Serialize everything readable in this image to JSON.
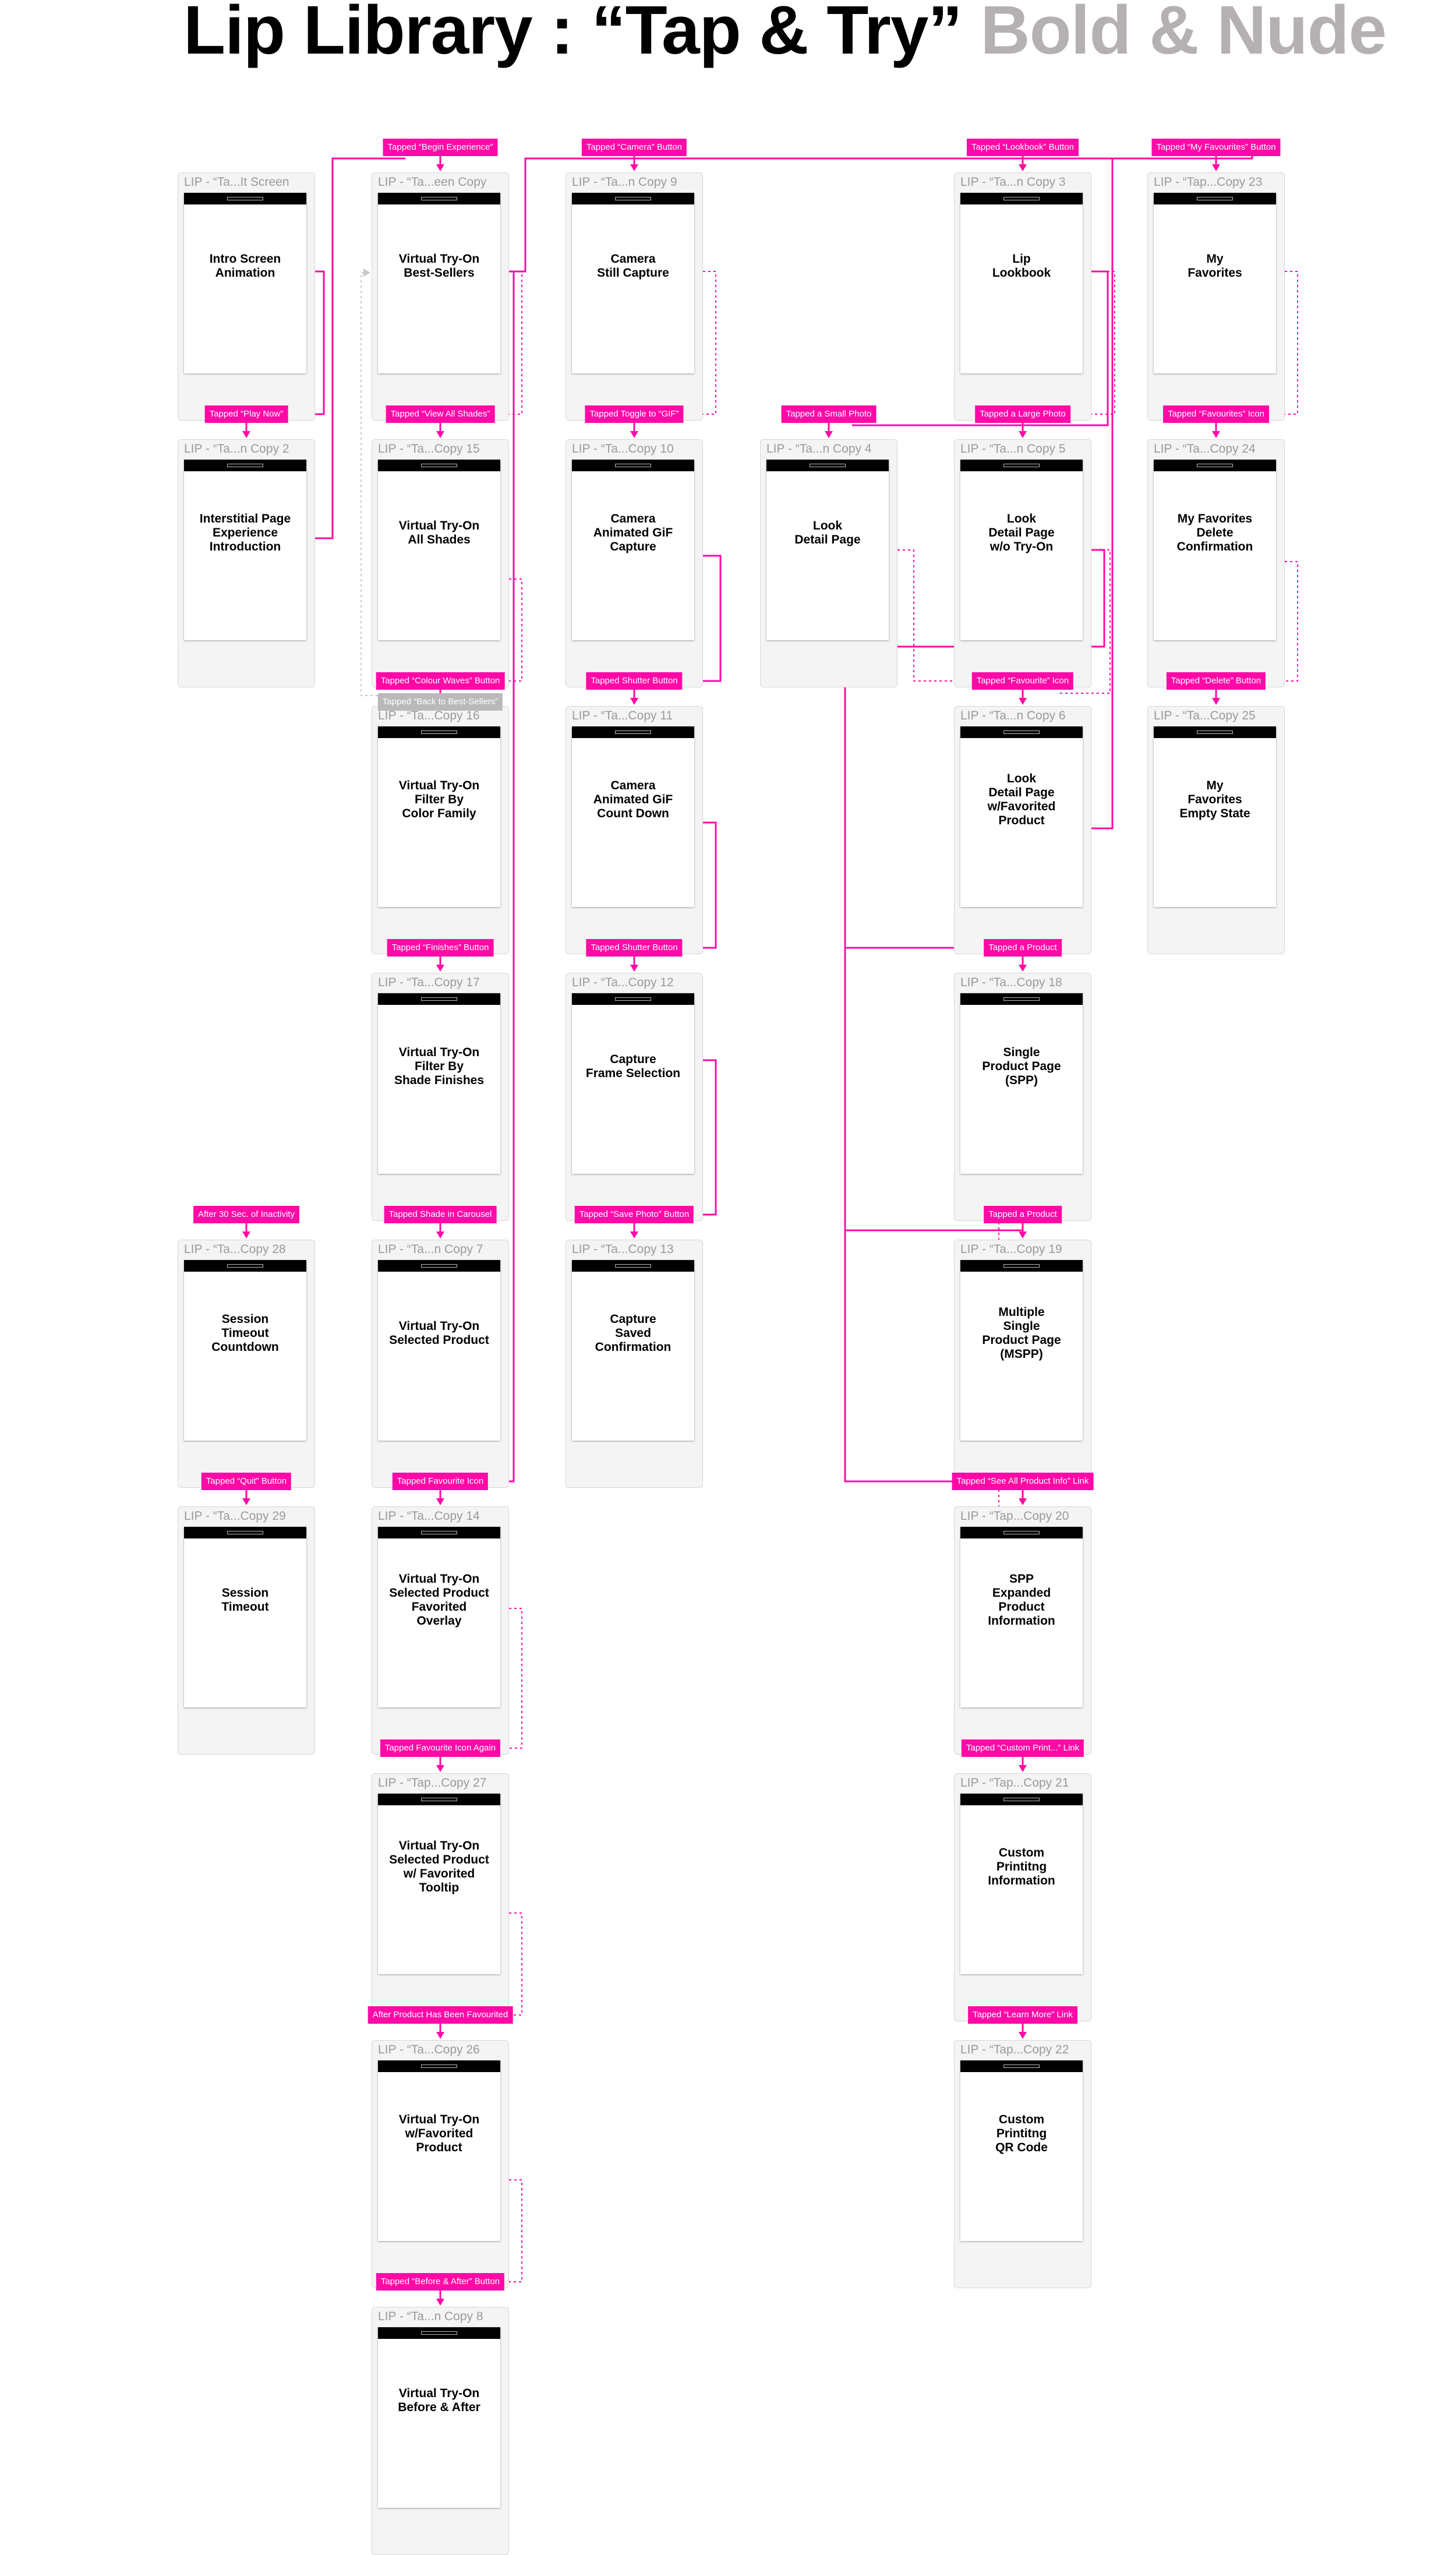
{
  "title": {
    "main": "Lip Library  :  “Tap & Try”",
    "accent": "Bold & Nude"
  },
  "colors": {
    "connector": "#ff0aa6",
    "tag": "#ff0aa6",
    "tag_alt": "#b9b9b9",
    "back_link": "#c8c8c8",
    "card_bg": "#f4f4f4"
  },
  "cards": [
    {
      "id": "intro",
      "label": "LIP - “Ta...It Screen",
      "name": "Intro Screen\nAnimation"
    },
    {
      "id": "c2",
      "label": "LIP - “Ta...n Copy 2",
      "name": "Interstitial Page\nExperience\nIntroduction"
    },
    {
      "id": "c28",
      "label": "LIP - “Ta...Copy 28",
      "name": "Session\nTimeout\nCountdown"
    },
    {
      "id": "c29",
      "label": "LIP - “Ta...Copy 29",
      "name": "Session\nTimeout"
    },
    {
      "id": "c1",
      "label": "LIP - “Ta...een Copy",
      "name": "Virtual Try-On\nBest-Sellers"
    },
    {
      "id": "c15",
      "label": "LIP - “Ta...Copy 15",
      "name": "Virtual Try-On\nAll Shades"
    },
    {
      "id": "c16",
      "label": "LIP - “Ta...Copy 16",
      "name": "Virtual Try-On\nFilter By\nColor Family"
    },
    {
      "id": "c17",
      "label": "LIP - “Ta...Copy 17",
      "name": "Virtual Try-On\nFilter By\nShade Finishes"
    },
    {
      "id": "c7",
      "label": "LIP - “Ta...n Copy 7",
      "name": "Virtual Try-On\nSelected Product"
    },
    {
      "id": "c14",
      "label": "LIP - “Ta...Copy 14",
      "name": "Virtual Try-On\nSelected Product\nFavorited\nOverlay"
    },
    {
      "id": "c27",
      "label": "LIP - “Tap...Copy 27",
      "name": "Virtual Try-On\nSelected Product\nw/ Favorited\nTooltip"
    },
    {
      "id": "c26",
      "label": "LIP - “Ta...Copy 26",
      "name": "Virtual Try-On\nw/Favorited\nProduct"
    },
    {
      "id": "c8",
      "label": "LIP - “Ta...n Copy 8",
      "name": "Virtual Try-On\nBefore & After"
    },
    {
      "id": "c9",
      "label": "LIP - “Ta...n Copy 9",
      "name": "Camera\nStill Capture"
    },
    {
      "id": "c10",
      "label": "LIP - “Ta...Copy 10",
      "name": "Camera\nAnimated GiF\nCapture"
    },
    {
      "id": "c11",
      "label": "LIP - “Ta...Copy 11",
      "name": "Camera\nAnimated GiF\nCount Down"
    },
    {
      "id": "c12",
      "label": "LIP - “Ta...Copy 12",
      "name": "Capture\nFrame Selection"
    },
    {
      "id": "c13",
      "label": "LIP - “Ta...Copy 13",
      "name": "Capture\nSaved\nConfirmation"
    },
    {
      "id": "c4",
      "label": "LIP - “Ta...n Copy 4",
      "name": "Look\nDetail Page"
    },
    {
      "id": "c3",
      "label": "LIP - “Ta...n Copy 3",
      "name": "Lip\nLookbook"
    },
    {
      "id": "c6",
      "label": "LIP - “Ta...n Copy 6",
      "name": "Look\nDetail Page\nw/Favorited\nProduct"
    },
    {
      "id": "c18",
      "label": "LIP - “Ta...Copy 18",
      "name": "Single\nProduct Page\n(SPP)"
    },
    {
      "id": "c19",
      "label": "LIP - “Ta...Copy 19",
      "name": "Multiple\nSingle\nProduct Page\n(MSPP)"
    },
    {
      "id": "c20",
      "label": "LIP - “Tap...Copy 20",
      "name": "SPP\nExpanded\nProduct\nInformation"
    },
    {
      "id": "c21",
      "label": "LIP - “Tap...Copy 21",
      "name": "Custom\nPrintitng\nInformation"
    },
    {
      "id": "c22",
      "label": "LIP - “Tap...Copy 22",
      "name": "Custom\nPrintitng\nQR Code"
    },
    {
      "id": "c5",
      "label": "LIP - “Ta...n Copy 5",
      "name": "Look\nDetail Page\nw/o Try-On"
    },
    {
      "id": "c23",
      "label": "LIP - “Tap...Copy 23",
      "name": "My\nFavorites"
    },
    {
      "id": "c24",
      "label": "LIP - “Ta...Copy 24",
      "name": "My Favorites\nDelete\nConfirmation"
    },
    {
      "id": "c25",
      "label": "LIP - “Ta...Copy 25",
      "name": "My\nFavorites\nEmpty State"
    }
  ],
  "tags": [
    {
      "id": "t-play-now",
      "text": "Tapped “Play Now”",
      "style": "pink"
    },
    {
      "id": "t-begin",
      "text": "Tapped “Begin Experience”",
      "style": "pink"
    },
    {
      "id": "t-view-all",
      "text": "Tapped “View All Shades”",
      "style": "pink"
    },
    {
      "id": "t-back",
      "text": "Tapped “Back to Best-Sellers”",
      "style": "grey"
    },
    {
      "id": "t-colour-waves",
      "text": "Tapped “Colour Waves” Button",
      "style": "pink"
    },
    {
      "id": "t-finishes",
      "text": "Tapped “Finishes” Button",
      "style": "pink"
    },
    {
      "id": "t-shade-carousel",
      "text": "Tapped Shade in Carousel",
      "style": "pink"
    },
    {
      "id": "t-fav-icon",
      "text": "Tapped Favourite Icon",
      "style": "pink"
    },
    {
      "id": "t-fav-again",
      "text": "Tapped Favourite Icon Again",
      "style": "pink"
    },
    {
      "id": "t-after-fav",
      "text": "After Product Has Been Favourited",
      "style": "pink"
    },
    {
      "id": "t-before-after",
      "text": "Tapped “Before & After” Button",
      "style": "pink"
    },
    {
      "id": "t-inactivity",
      "text": "After 30 Sec. of Inactivity",
      "style": "pink"
    },
    {
      "id": "t-quit",
      "text": "Tapped “Quit” Button",
      "style": "pink"
    },
    {
      "id": "t-camera",
      "text": "Tapped “Camera” Button",
      "style": "pink"
    },
    {
      "id": "t-gif",
      "text": "Tapped Toggle to “GIF”",
      "style": "pink"
    },
    {
      "id": "t-shutter1",
      "text": "Tapped Shutter Button",
      "style": "pink"
    },
    {
      "id": "t-shutter2",
      "text": "Tapped Shutter Button",
      "style": "pink"
    },
    {
      "id": "t-save-photo",
      "text": "Tapped “Save Photo” Button",
      "style": "pink"
    },
    {
      "id": "t-lookbook",
      "text": "Tapped “Lookbook” Button",
      "style": "pink"
    },
    {
      "id": "t-small-photo",
      "text": "Tapped a Small Photo",
      "style": "pink"
    },
    {
      "id": "t-large-photo",
      "text": "Tapped a Large Photo",
      "style": "pink"
    },
    {
      "id": "t-favourite-icon",
      "text": "Tapped “Favourite” Icon",
      "style": "pink"
    },
    {
      "id": "t-product1",
      "text": "Tapped a Product",
      "style": "pink"
    },
    {
      "id": "t-product2",
      "text": "Tapped a Product",
      "style": "pink"
    },
    {
      "id": "t-see-all",
      "text": "Tapped “See All Product Info” Link",
      "style": "pink"
    },
    {
      "id": "t-custom-print",
      "text": "Tapped “Custom Print...” Link",
      "style": "pink"
    },
    {
      "id": "t-learn-more",
      "text": "Tapped “Learn More” Link",
      "style": "pink"
    },
    {
      "id": "t-my-favs",
      "text": "Tapped “My Favourites” Button",
      "style": "pink"
    },
    {
      "id": "t-favs-icon",
      "text": "Tapped “Favourites” Icon",
      "style": "pink"
    },
    {
      "id": "t-delete",
      "text": "Tapped “Delete” Button",
      "style": "pink"
    }
  ]
}
